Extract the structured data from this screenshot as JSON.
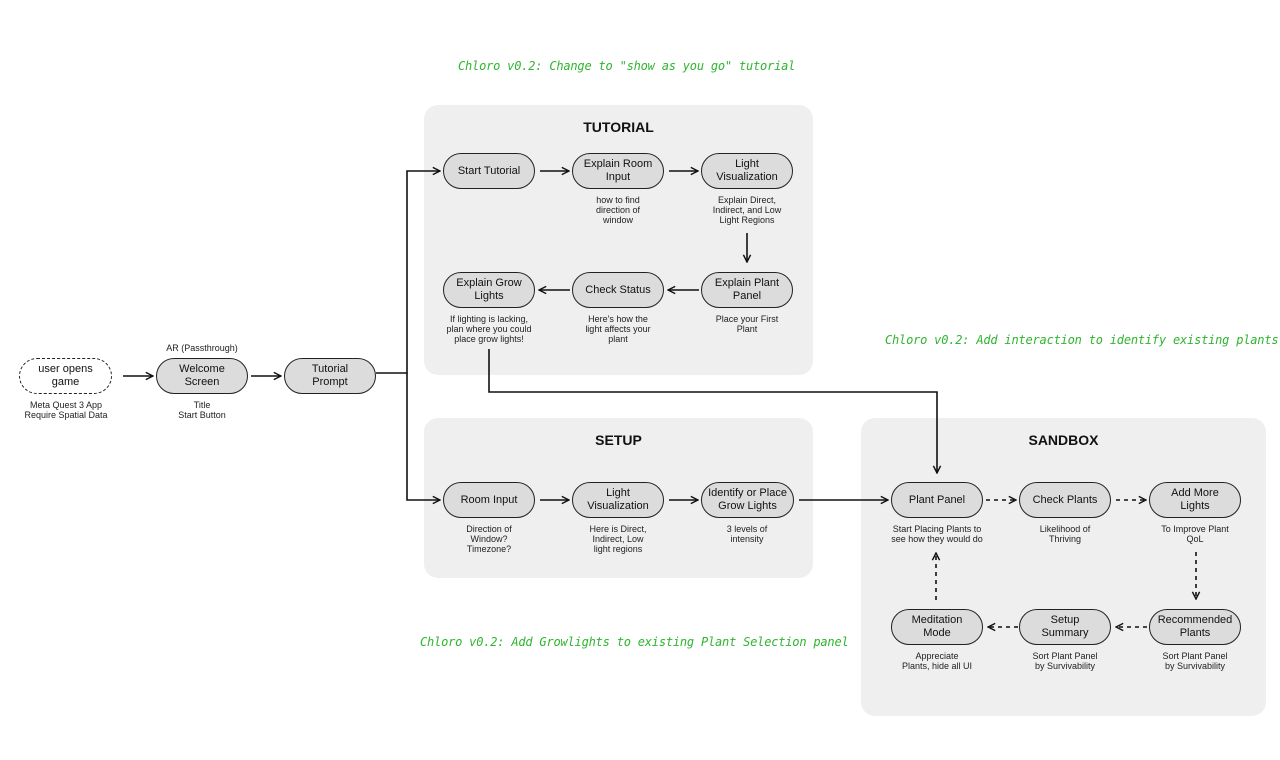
{
  "annotations": {
    "tutorial": "Chloro v0.2: Change to \"show as you go\" tutorial",
    "sandbox": "Chloro v0.2: Add interaction to identify existing plants",
    "setup": "Chloro v0.2: Add Growlights to existing Plant Selection panel"
  },
  "groups": {
    "tutorial": "TUTORIAL",
    "setup": "SETUP",
    "sandbox": "SANDBOX"
  },
  "nodes": {
    "user_opens": "user opens\ngame",
    "welcome": "Welcome\nScreen",
    "tutorial_prompt": "Tutorial\nPrompt",
    "start_tutorial": "Start Tutorial",
    "explain_room_input": "Explain Room\nInput",
    "light_vis_tut": "Light\nVisualization",
    "explain_plant_panel": "Explain Plant\nPanel",
    "check_status": "Check Status",
    "explain_grow_lights": "Explain Grow\nLights",
    "room_input": "Room Input",
    "light_vis_setup": "Light\nVisualization",
    "identify_place": "Identify or Place\nGrow Lights",
    "plant_panel": "Plant Panel",
    "check_plants": "Check Plants",
    "add_more_lights": "Add More\nLights",
    "recommended_plants": "Recommended\nPlants",
    "setup_summary": "Setup\nSummary",
    "meditation_mode": "Meditation\nMode"
  },
  "notes": {
    "user_opens": "Meta Quest 3 App\nRequire Spatial Data",
    "welcome_above": "AR (Passthrough)",
    "welcome": "Title\nStart Button",
    "explain_room_input": "how to find\ndirection of\nwindow",
    "light_vis_tut": "Explain Direct,\nIndirect, and Low\nLight Regions",
    "explain_plant_panel": "Place your First\nPlant",
    "check_status": "Here's how the\nlight affects your\nplant",
    "explain_grow_lights": "If lighting is lacking,\nplan where you could\nplace grow lights!",
    "room_input": "Direction of\nWindow?\nTimezone?",
    "light_vis_setup": "Here is Direct,\nIndirect, Low\nlight regions",
    "identify_place": "3 levels of\nintensity",
    "plant_panel": "Start Placing Plants to\nsee how they would do",
    "check_plants": "Likelihood of\nThriving",
    "add_more_lights": "To Improve Plant\nQoL",
    "recommended_plants": "Sort Plant Panel\nby Survivability",
    "setup_summary": "Sort Plant Panel\nby Survivability",
    "meditation_mode": "Appreciate\nPlants, hide all UI"
  },
  "colors": {
    "annotation": "#2fb52f",
    "group_bg": "#efefef",
    "node_fill": "#dcdcdc",
    "line": "#111111"
  }
}
